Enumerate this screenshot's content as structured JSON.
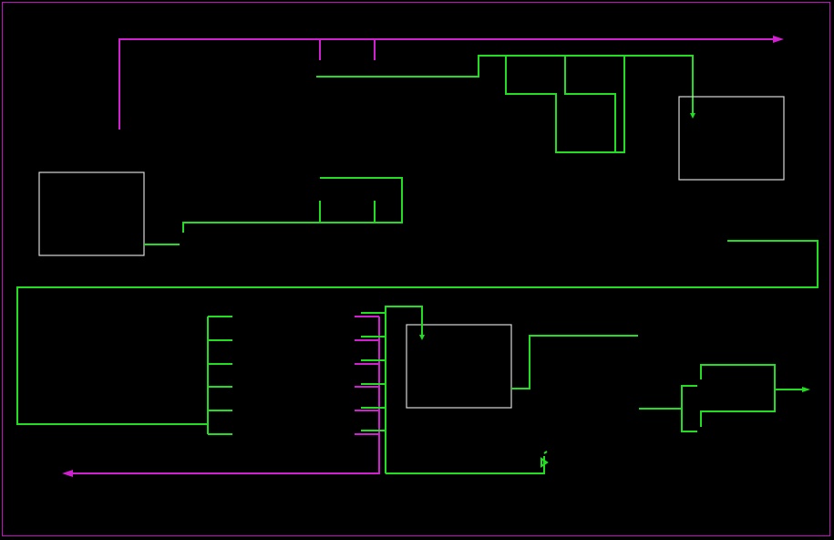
{
  "diagram": {
    "colors": {
      "background": "#000000",
      "frame": "#c010c0",
      "pipe_green": "#22dd22",
      "pipe_magenta": "#d020d0",
      "equipment_box": "#d8d8d8"
    },
    "equipment": [
      {
        "id": "box-top-right",
        "label": ""
      },
      {
        "id": "box-left",
        "label": ""
      },
      {
        "id": "box-center",
        "label": ""
      }
    ],
    "arrows": [
      {
        "id": "magenta-top-arrow",
        "direction": "right"
      },
      {
        "id": "magenta-bottom-arrow",
        "direction": "left"
      },
      {
        "id": "green-right-arrow",
        "direction": "right"
      }
    ]
  }
}
